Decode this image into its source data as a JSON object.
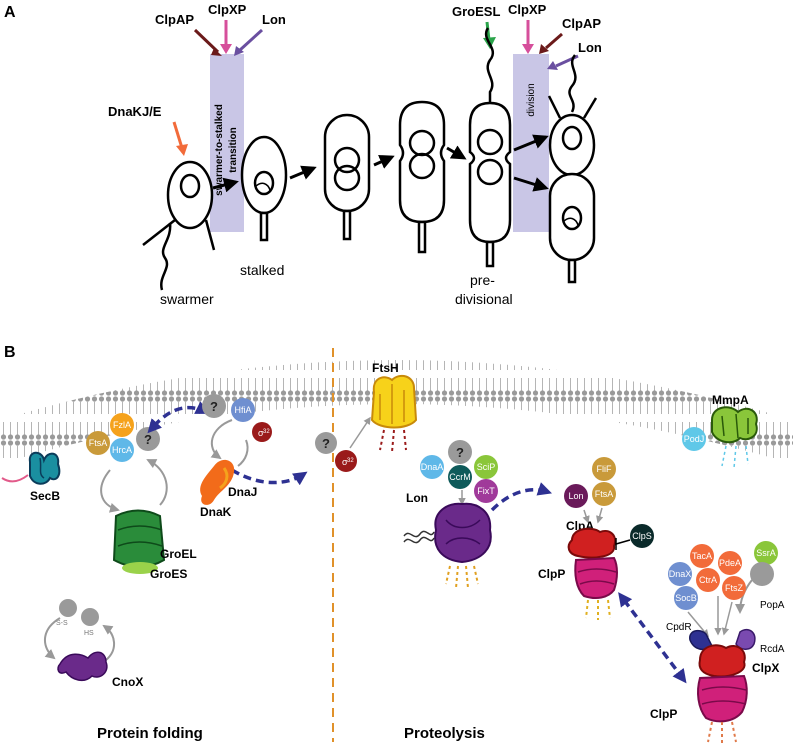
{
  "panel_a": {
    "label": "A",
    "stage_swarmer": "swarmer",
    "stage_stalked": "stalked",
    "stage_predivisional_1": "pre-",
    "stage_predivisional_2": "divisional",
    "transition_1": "swarmer-to-stalked",
    "transition_2": "transition",
    "division": "division",
    "proteins": {
      "dnakje": "DnaKJ/E",
      "clpap_1": "ClpAP",
      "clpxp_1": "ClpXP",
      "lon_1": "Lon",
      "groesl": "GroESL",
      "clpxp_2": "ClpXP",
      "clpap_2": "ClpAP",
      "lon_2": "Lon"
    },
    "colors": {
      "dnakje": "#f26b3a",
      "clpap": "#6b1a1a",
      "clpxp": "#d64f9b",
      "lon": "#6a4fa0",
      "groesl": "#2aa44a",
      "band": "#c9c6e6"
    }
  },
  "panel_b": {
    "label": "B",
    "section_folding": "Protein folding",
    "section_proteolysis": "Proteolysis",
    "proteins": {
      "secb": "SecB",
      "ftsa_1": "FtsA",
      "fzla": "FzlA",
      "hrca": "HrcA",
      "q1": "?",
      "q2": "?",
      "q3": "?",
      "q4": "?",
      "hfia": "HfiA",
      "sigma1": "σ",
      "sigma1_sup": "32",
      "sigma2": "σ",
      "sigma2_sup": "32",
      "dnaj": "DnaJ",
      "dnak": "DnaK",
      "groel": "GroEL",
      "groes": "GroES",
      "cnox": "CnoX",
      "ss": "S-S",
      "hs": "HS",
      "ftsh": "FtsH",
      "dnaa_1": "DnaA",
      "ccrm": "CcrM",
      "scip": "SciP",
      "fixt": "FixT",
      "lon_b": "Lon",
      "flif": "FliF",
      "ftsa_2": "FtsA",
      "lon_adapter": "Lon",
      "clpa": "ClpA",
      "clps": "ClpS",
      "clpp_1": "ClpP",
      "mmpa": "MmpA",
      "podj": "PodJ",
      "taca": "TacA",
      "pdea": "PdeA",
      "ssra": "SsrA",
      "dnax": "DnaX",
      "ctra": "CtrA",
      "ftsz": "FtsZ",
      "socb": "SocB",
      "popa": "PopA",
      "cpdr": "CpdR",
      "rcda": "RcdA",
      "clpx": "ClpX",
      "clpp_2": "ClpP"
    }
  }
}
